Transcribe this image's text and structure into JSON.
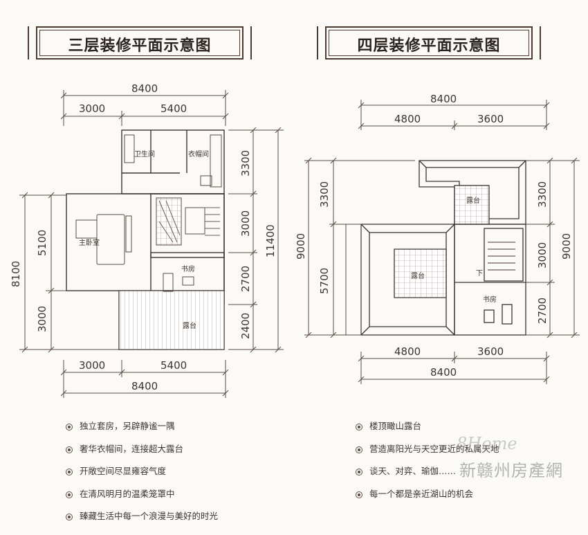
{
  "titles": {
    "left": "三层装修平面示意图",
    "right": "四层装修平面示意图"
  },
  "left_plan": {
    "top_total": "8400",
    "top_a": "3000",
    "top_b": "5400",
    "bottom_a": "3000",
    "bottom_b": "5400",
    "bottom_total": "8400",
    "left_upper": "5100",
    "left_lower": "3000",
    "left_total": "8100",
    "right_1": "3300",
    "right_2": "3000",
    "right_3": "2700",
    "right_4": "2400",
    "right_total": "11400",
    "rooms": {
      "bathroom": "卫生间",
      "wardrobe": "衣帽间",
      "master": "主卧室",
      "study": "书房",
      "terrace": "露台"
    }
  },
  "right_plan": {
    "top_total": "8400",
    "top_a": "4800",
    "top_b": "3600",
    "bottom_a": "4800",
    "bottom_b": "3600",
    "bottom_total": "8400",
    "left_upper": "3300",
    "left_lower": "5700",
    "left_total": "9000",
    "right_1": "3300",
    "right_2": "3000",
    "right_3": "2700",
    "right_total": "9000",
    "rooms": {
      "terrace_small": "露台",
      "terrace_big": "露台",
      "down": "下",
      "study": "书房"
    }
  },
  "bullets_left": [
    "独立套房，另辟静谧一隅",
    "奢华衣帽间，连接超大露台",
    "开敞空间尽显雍容气度",
    "在清风明月的温柔笼罩中",
    "臻藏生活中每一个浪漫与美好的时光"
  ],
  "bullets_right": [
    "楼顶瞰山露台",
    "营造离阳光与天空更近的私属天地",
    "谈天、对弈、瑜伽……",
    "每一个都是亲近湖山的机会"
  ],
  "watermark": {
    "script": "8Home",
    "text": "新赣州房產網"
  }
}
